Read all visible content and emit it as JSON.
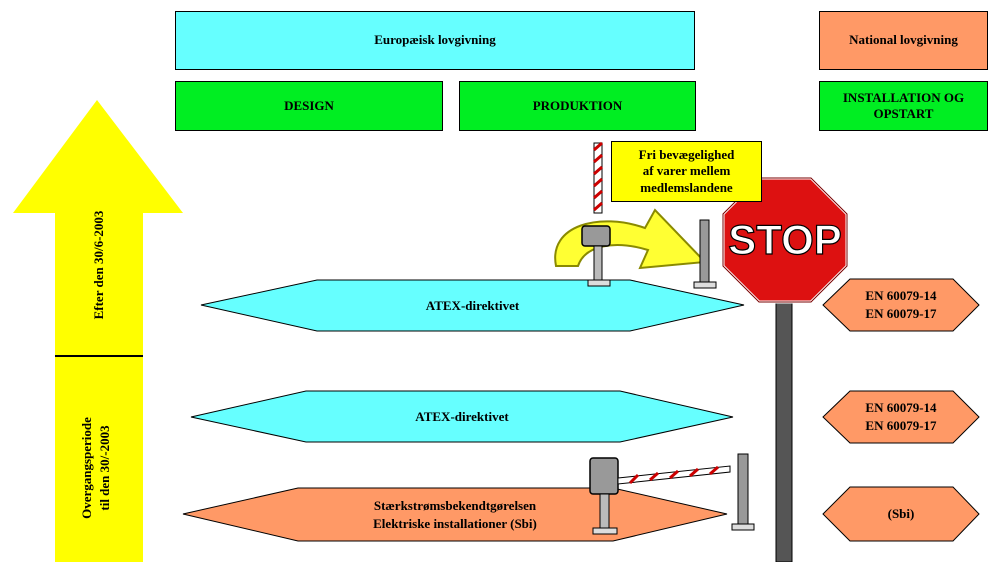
{
  "top_row": {
    "european": "Europæisk lovgivning",
    "national": "National lovgivning"
  },
  "phases": {
    "design": "DESIGN",
    "production": "PRODUKTION",
    "installation_line1": "INSTALLATION OG",
    "installation_line2": "OPSTART"
  },
  "note": {
    "line1": "Fri bevægelighed",
    "line2": "af varer mellem",
    "line3": "medlemslandene"
  },
  "stop_sign": "STOP",
  "arrow_label": "Efter den 30/6-2003",
  "transition": {
    "line1": "Overgangsperiode",
    "line2": "til den 30/-2003"
  },
  "rows": [
    {
      "left": "ATEX-direktivet",
      "right_line1": "EN 60079-14",
      "right_line2": "EN 60079-17"
    },
    {
      "left": "ATEX-direktivet",
      "right_line1": "EN 60079-14",
      "right_line2": "EN 60079-17"
    },
    {
      "left_line1": "Stærkstrømsbekendtgørelsen",
      "left_line2": "Elektriske installationer (Sbi)",
      "right": "(Sbi)"
    }
  ],
  "colors": {
    "cyan": "#66ffff",
    "green": "#00ee22",
    "salmon": "#ff9966",
    "yellow": "#ffff00",
    "stop_red": "#dd1111",
    "pole": "#555555",
    "arrow_olive": "#b8b800"
  }
}
